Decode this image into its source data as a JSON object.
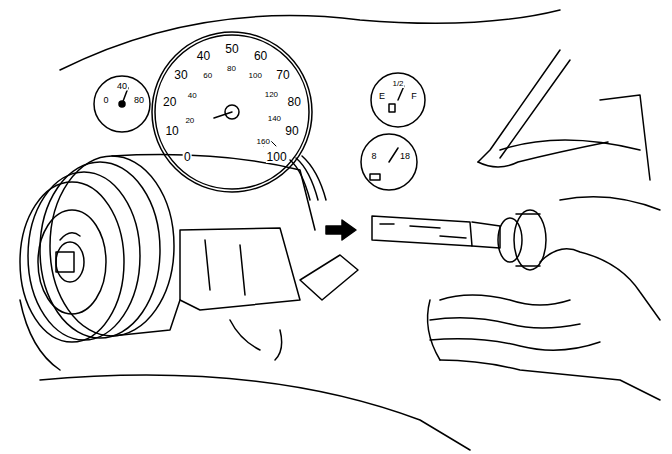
{
  "diagram": {
    "labels": [
      "0",
      "10",
      "20",
      "30",
      "40",
      "50",
      "60",
      "70",
      "80",
      "90",
      "100",
      "20",
      "40",
      "60",
      "80",
      "100",
      "120",
      "140",
      "160",
      "0",
      "40",
      "80",
      "E",
      "1/2",
      "F",
      "8",
      "18"
    ]
  }
}
